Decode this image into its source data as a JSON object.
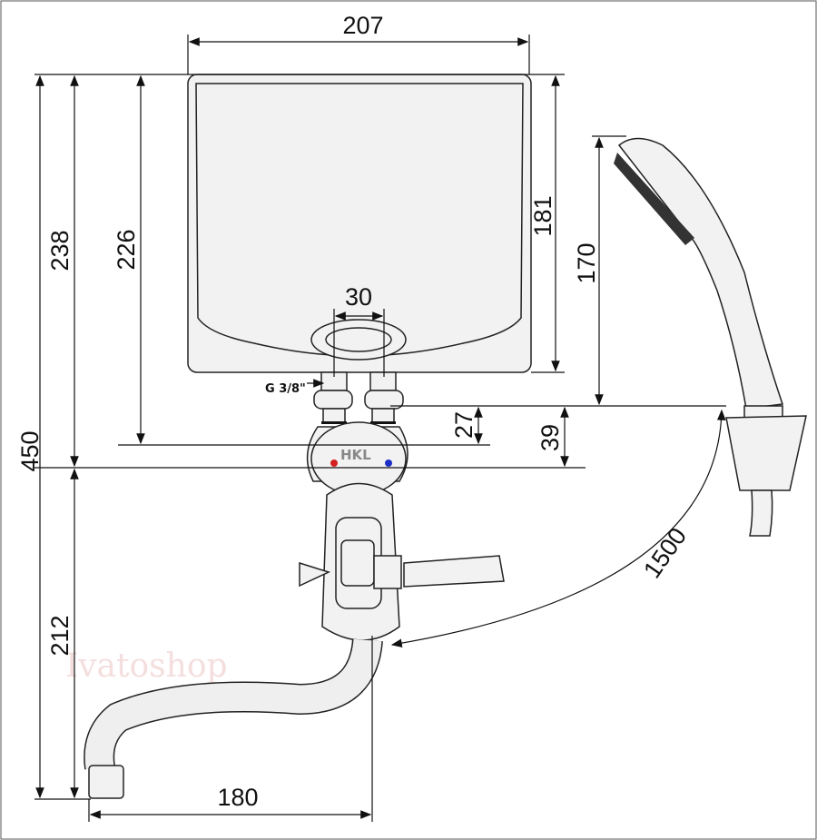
{
  "title": "Water heater dimensional drawing",
  "dimensions": {
    "width_top": "207",
    "total_height": "450",
    "height_238": "238",
    "height_226": "226",
    "height_212": "212",
    "height_181": "181",
    "height_170": "170",
    "height_27": "27",
    "height_39": "39",
    "inlet_spacing": "30",
    "spout_reach": "180",
    "hose_length": "1500"
  },
  "labels": {
    "thread": "G 3/8\"",
    "logo": "HKL",
    "watermark": "Ivatoshop"
  },
  "colors": {
    "hot": "#d42020",
    "cold": "#1d2fc4"
  }
}
